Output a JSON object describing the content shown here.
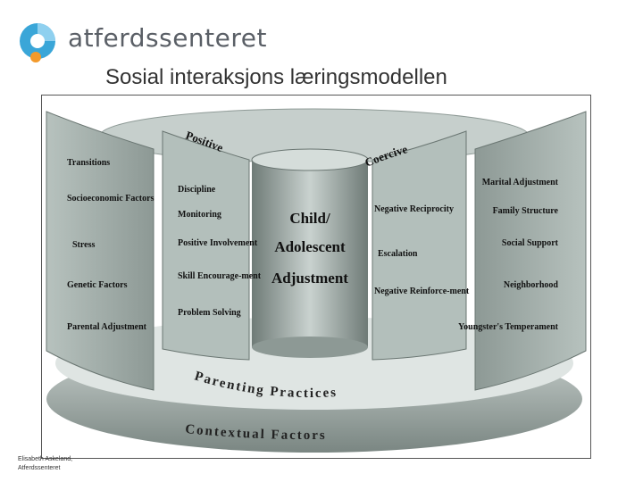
{
  "header": {
    "brand": "atferdssenteret",
    "title": "Sosial interaksjons læringsmodellen"
  },
  "diagram": {
    "core": [
      "Child/",
      "Adolescent",
      "Adjustment"
    ],
    "positive_label": "Positive",
    "coercive_label": "Coercive",
    "positive_items": [
      "Discipline",
      "Monitoring",
      "Positive Involvement",
      "Skill Encourage-ment",
      "Problem Solving"
    ],
    "coercive_items": [
      "Negative Reciprocity",
      "Escalation",
      "Negative Reinforce-ment"
    ],
    "left_context": [
      "Transitions",
      "Socioeconomic Factors",
      "Stress",
      "Genetic Factors",
      "Parental Adjustment"
    ],
    "right_context": [
      "Marital Adjustment",
      "Family Structure",
      "Social Support",
      "Neighborhood",
      "Youngster's Temperament"
    ],
    "ring_inner": "Parenting Practices",
    "ring_outer": "Contextual Factors"
  },
  "footer": {
    "line1": "Elisabeth Askeland,",
    "line2": "Atferdssenteret"
  },
  "colors": {
    "panel": "#9aa7a3",
    "panel_dark": "#5f6b67",
    "logo_blue": "#3aa6d8",
    "logo_orange": "#f39a2b"
  }
}
